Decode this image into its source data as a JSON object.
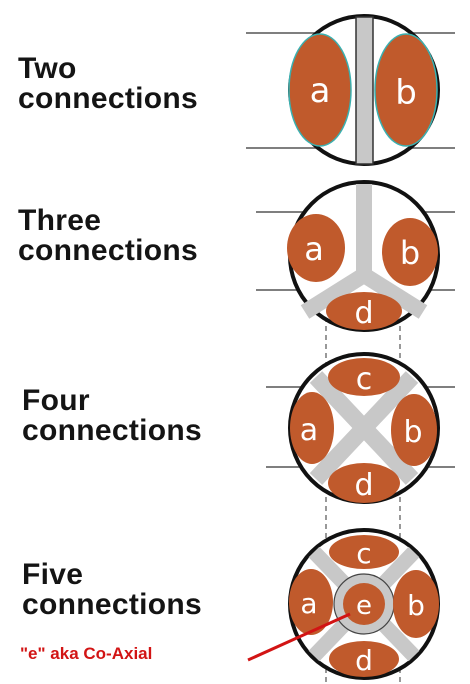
{
  "sections": [
    {
      "line1": "Two",
      "line2": "connections"
    },
    {
      "line1": "Three",
      "line2": "connections"
    },
    {
      "line1": "Four",
      "line2": "connections"
    },
    {
      "line1": "Five",
      "line2": "connections"
    }
  ],
  "note": "\"e\" aka Co-Axial",
  "labels": {
    "two": [
      "a",
      "b"
    ],
    "three": [
      "a",
      "b",
      "d"
    ],
    "four": [
      "c",
      "a",
      "b",
      "d"
    ],
    "five": [
      "c",
      "a",
      "e",
      "b",
      "d"
    ]
  },
  "colors": {
    "conductor": "#c05a2c",
    "insulator": "#c8c8c8",
    "outline": "#111111",
    "note": "#d21414",
    "sheath_highlight": "#3ab0b0"
  }
}
